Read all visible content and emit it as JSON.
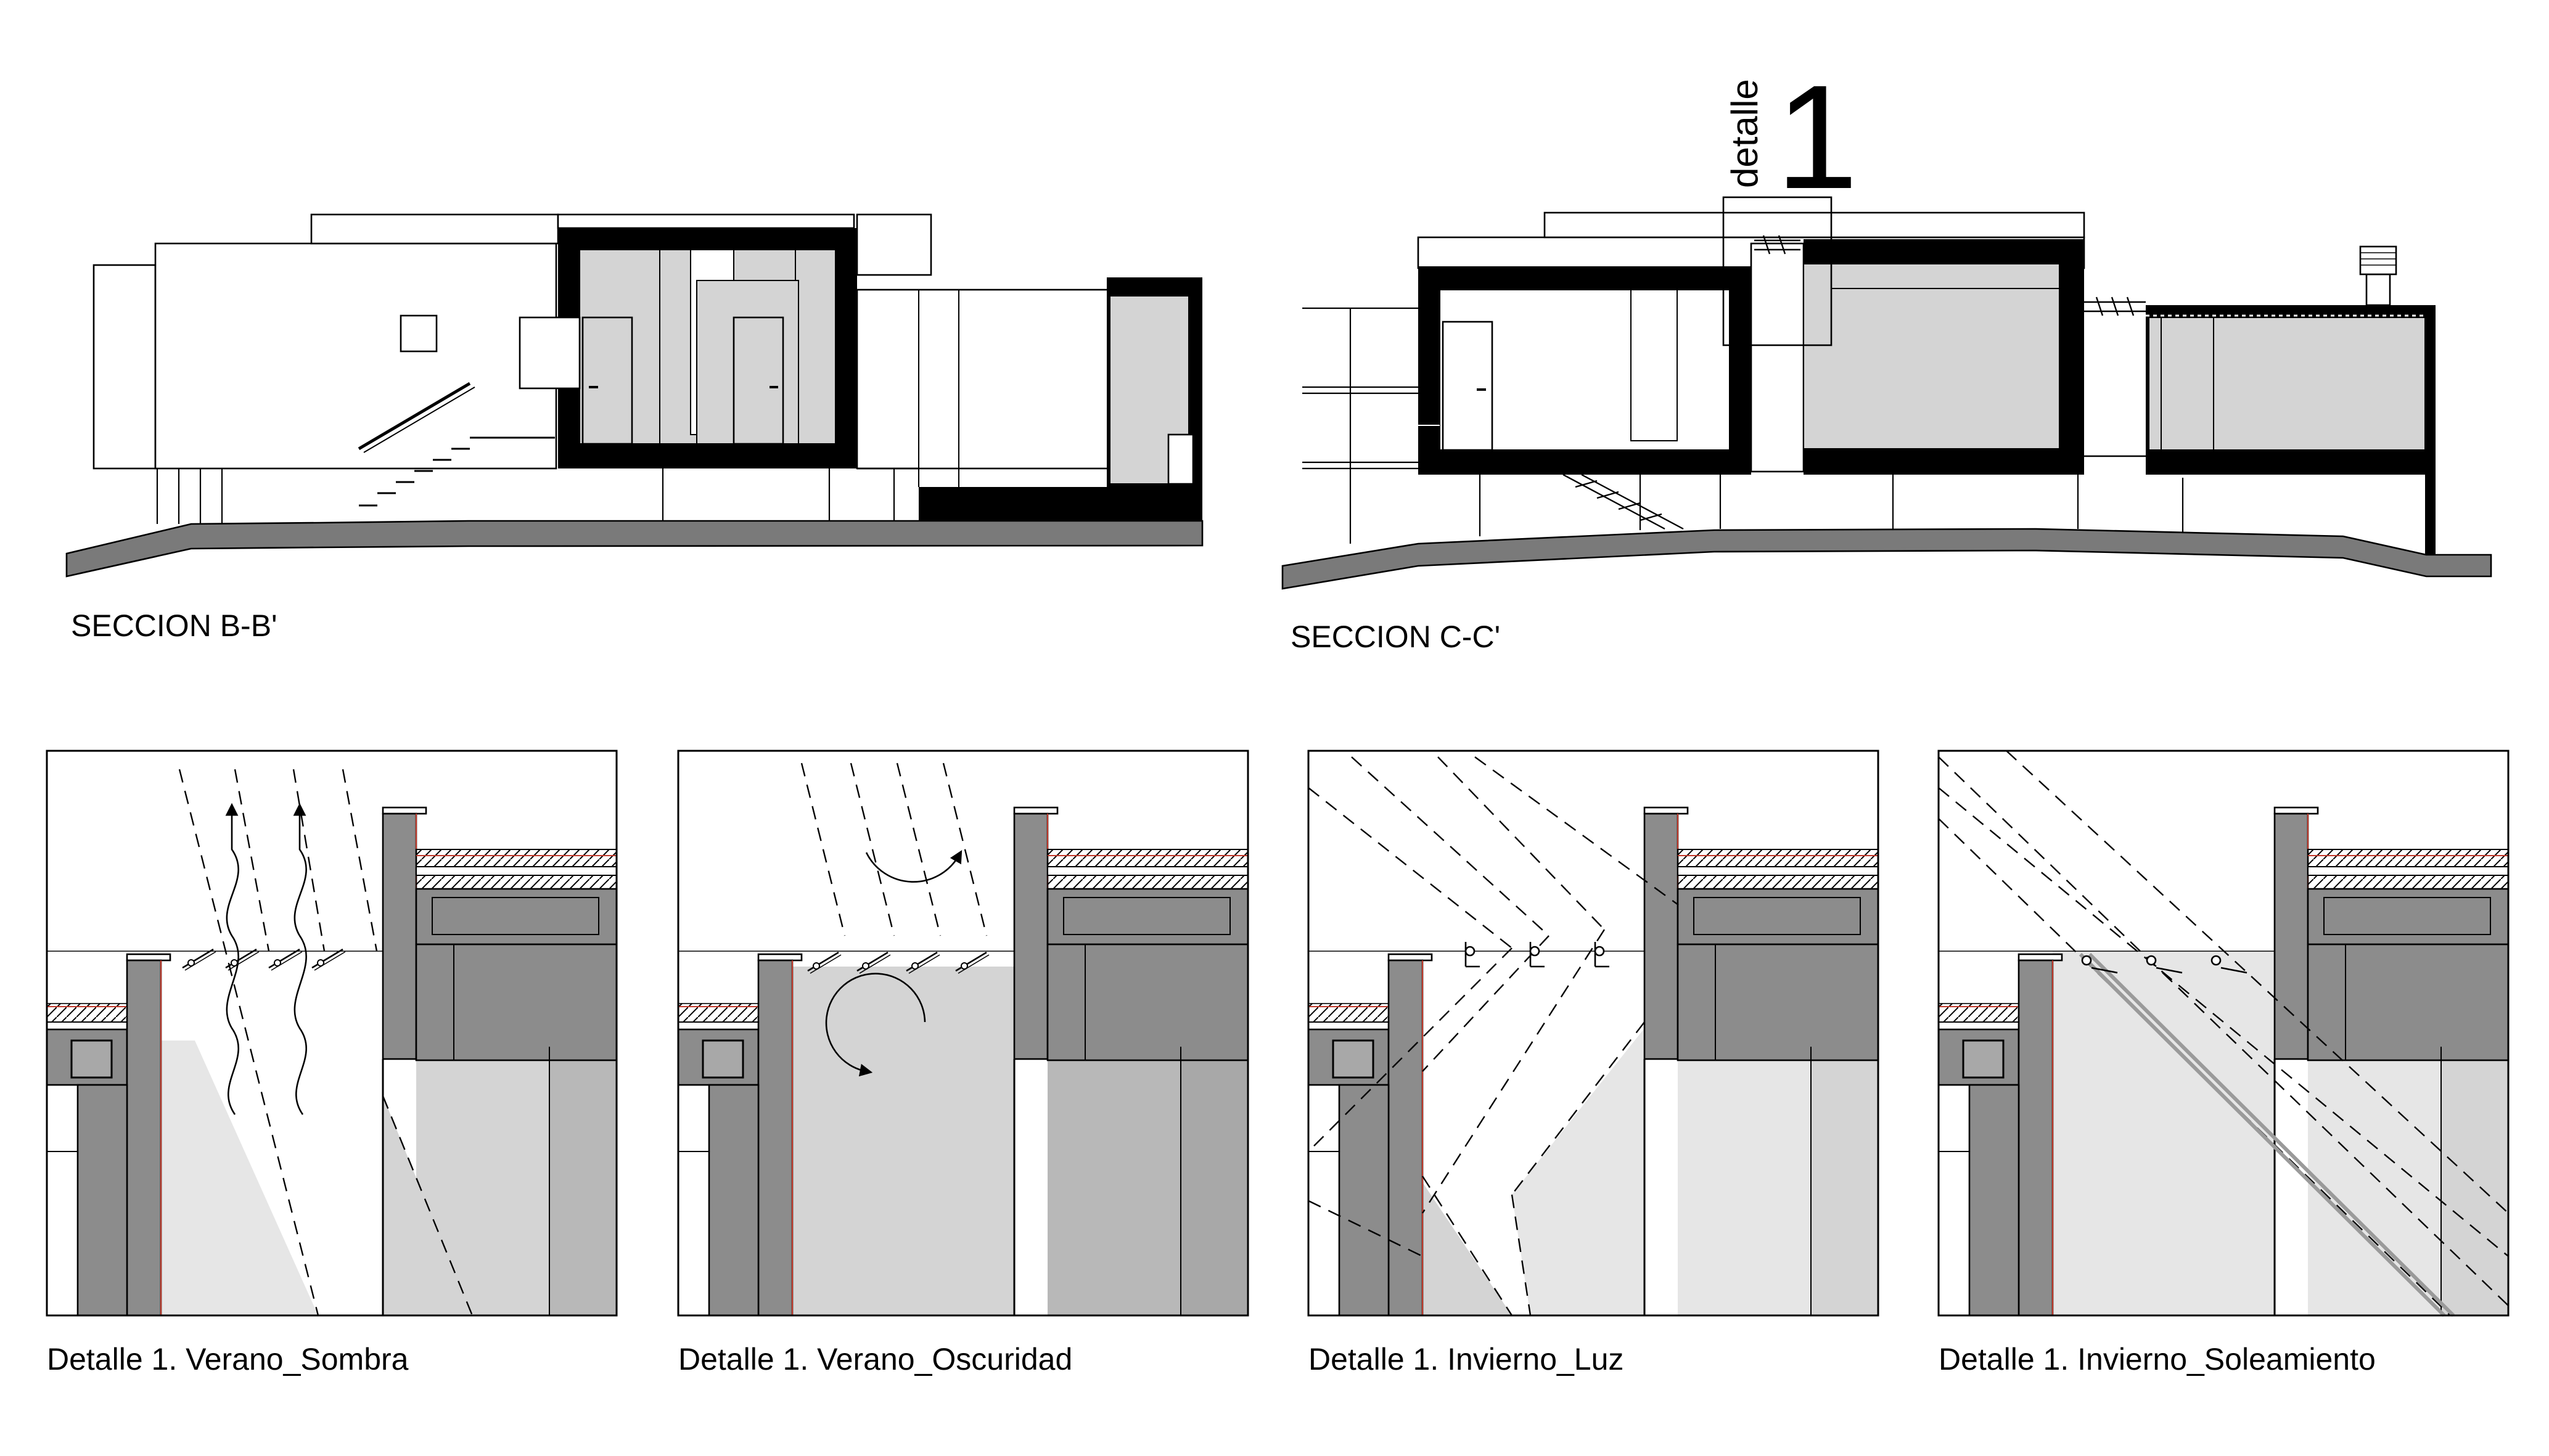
{
  "sections": [
    {
      "id": "b",
      "label": "SECCION B-B'"
    },
    {
      "id": "c",
      "label": "SECCION C-C'"
    }
  ],
  "detail_tag": {
    "word": "detalle",
    "number": "1"
  },
  "details": [
    {
      "id": "verano-sombra",
      "label": "Detalle 1.  Verano_Sombra"
    },
    {
      "id": "verano-oscuridad",
      "label": "Detalle 1.  Verano_Oscuridad"
    },
    {
      "id": "invierno-luz",
      "label": "Detalle 1.  Invierno_Luz"
    },
    {
      "id": "invierno-soleamiento",
      "label": "Detalle 1.  Invierno_Soleamiento"
    }
  ],
  "colors": {
    "wall_solid": "#000000",
    "glazing_fill": "#d4d4d4",
    "interior_dark": "#a8a8a8",
    "structure_grey": "#8c8c8c",
    "light_fill": "#e6e6e6",
    "ground": "#7a7a7a",
    "roof_line": "#c0392b"
  }
}
